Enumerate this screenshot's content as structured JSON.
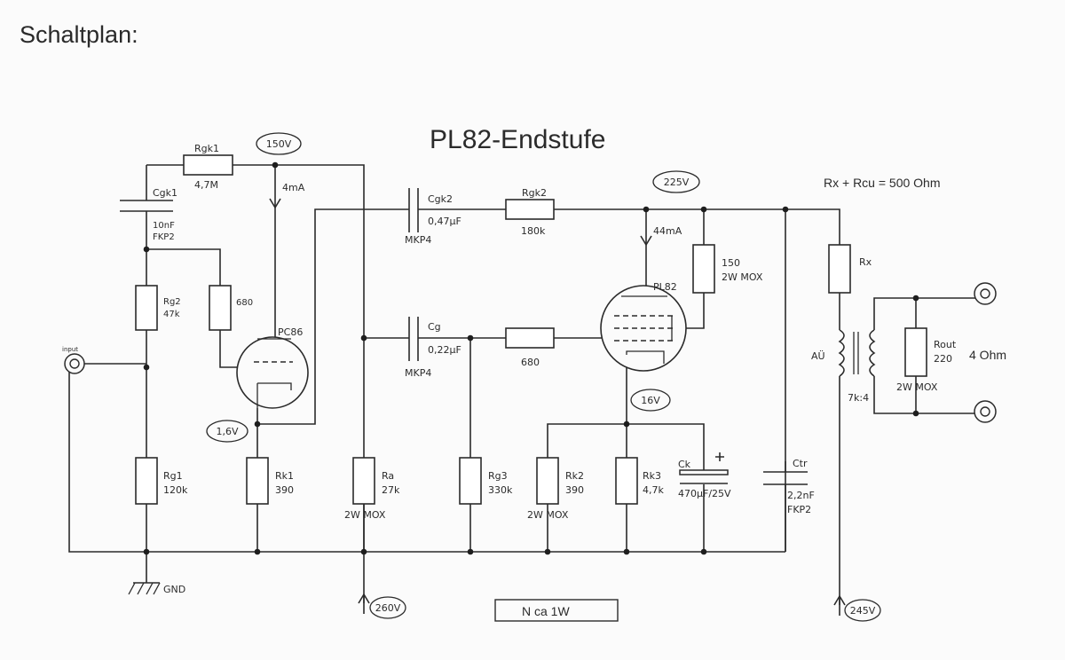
{
  "heading": "Schaltplan:",
  "title": "PL82-Endstufe",
  "formula": "Rx + Rcu = 500 Ohm",
  "output_power": "N ca  1W",
  "voltages": {
    "v150": "150V",
    "v225": "225V",
    "v16": "16V",
    "v16b": "1,6V",
    "v260": "260V",
    "v245": "245V"
  },
  "currents": {
    "i4": "4mA",
    "i44": "44mA"
  },
  "components": {
    "rgk1": {
      "name": "Rgk1",
      "value": "4,7M"
    },
    "cgk1": {
      "name": "Cgk1",
      "value": "10nF",
      "type": "FKP2"
    },
    "rg2": {
      "name": "Rg2",
      "value": "47k"
    },
    "r680a": {
      "value": "680"
    },
    "tube1": {
      "name": "PC86"
    },
    "input": {
      "name": "input"
    },
    "rg1": {
      "name": "Rg1",
      "value": "120k"
    },
    "gnd": {
      "name": "GND"
    },
    "rk1": {
      "name": "Rk1",
      "value": "390"
    },
    "cgk2": {
      "name": "Cgk2",
      "value": "0,47µF",
      "type": "MKP4"
    },
    "rgk2": {
      "name": "Rgk2",
      "value": "180k"
    },
    "cg": {
      "name": "Cg",
      "value": "0,22µF",
      "type": "MKP4"
    },
    "r680b": {
      "value": "680"
    },
    "ra": {
      "name": "Ra",
      "value": "27k",
      "type": "2W MOX"
    },
    "rg3": {
      "name": "Rg3",
      "value": "330k"
    },
    "rk2": {
      "name": "Rk2",
      "value": "390",
      "type": "2W MOX"
    },
    "rk3": {
      "name": "Rk3",
      "value": "4,7k"
    },
    "ck": {
      "name": "Ck",
      "value": "470µF/25V"
    },
    "ctr": {
      "name": "Ctr",
      "value": "2,2nF",
      "type": "FKP2"
    },
    "r150": {
      "value": "150",
      "type": "2W MOX"
    },
    "tube2": {
      "name": "PL82"
    },
    "rx": {
      "name": "Rx"
    },
    "au": {
      "name": "AÜ",
      "ratio": "7k:4"
    },
    "rout": {
      "name": "Rout",
      "value": "220",
      "type": "2W MOX",
      "load": "4 Ohm"
    }
  }
}
